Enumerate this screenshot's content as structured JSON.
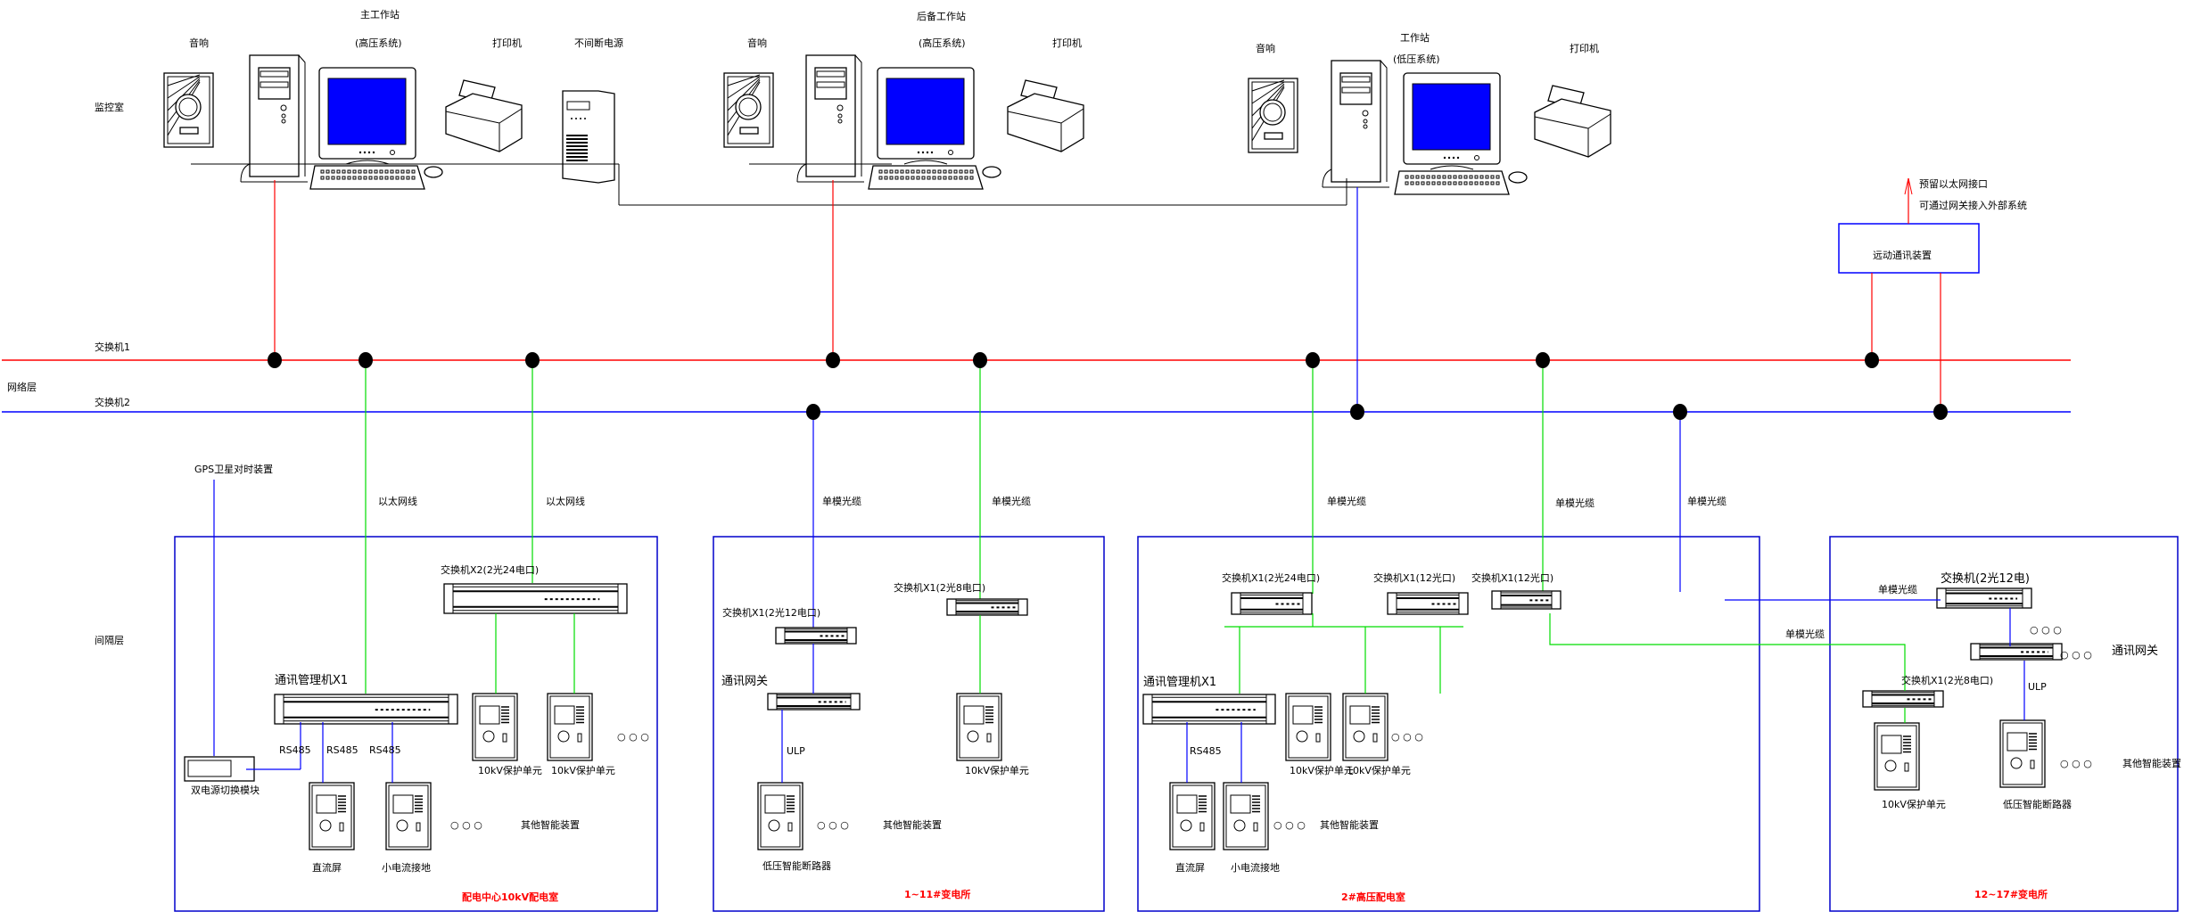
{
  "colors": {
    "bus_a": "#ff0000",
    "bus_b": "#0000ff",
    "fiber": "#00dd00",
    "box": "#0000cc",
    "screen": "#0000ff",
    "caption": "#ff0000",
    "node": "#000000"
  },
  "levels": {
    "station_control": "监控室",
    "network": "网络层",
    "bay": "间隔层"
  },
  "buses": {
    "bus_a_label": "交换机1",
    "bus_b_label": "交换机2"
  },
  "workstations": [
    {
      "id": "main",
      "speaker": "音响",
      "title": "主工作站",
      "subtitle": "(高压系统)",
      "printer": "打印机",
      "extra": "不间断电源"
    },
    {
      "id": "backup",
      "speaker": "音响",
      "title": "后备工作站",
      "subtitle": "(高压系统)",
      "printer": "打印机"
    },
    {
      "id": "lv",
      "speaker": "音响",
      "title": "工作站",
      "subtitle": "(低压系统)",
      "printer": "打印机"
    }
  ],
  "telecontrol": {
    "label": "远动通讯装置",
    "note_line1": "预留以太网接口",
    "note_line2": "可通过网关接入外部系统"
  },
  "links": {
    "ethernet": "以太网线",
    "single_fiber": "单模光缆",
    "rs485": "RS485",
    "ulp": "ULP"
  },
  "sections": [
    {
      "id": "s1",
      "caption": "配电中心10kV配电室",
      "gps_label": "GPS卫星对时装置",
      "gps_device": "双电源切换模块",
      "switch": "交换机X2(2光24电口)",
      "comm_manager": "通讯管理机X1",
      "devices": [
        "直流屏",
        "小电流接地",
        "10kV保护单元",
        "10kV保护单元"
      ],
      "others": "其他智能装置",
      "dots": "○ ○ ○"
    },
    {
      "id": "s2",
      "caption": "1~11#变电所",
      "switch_a": "交换机X1(2光12电口)",
      "switch_b": "交换机X1(2光8电口)",
      "gateway": "通讯网关",
      "devices": [
        "低压智能断路器",
        "10kV保护单元"
      ],
      "others": "其他智能装置",
      "dots": "○ ○ ○"
    },
    {
      "id": "s3",
      "caption": "2#高压配电室",
      "switch_a": "交换机X1(2光24电口)",
      "switch_b": "交换机X1(12光口)",
      "switch_c": "交换机X1(12光口)",
      "comm_manager": "通讯管理机X1",
      "devices": [
        "直流屏",
        "小电流接地",
        "10kV保护单元",
        "10kV保护单元"
      ],
      "others": "其他智能装置",
      "dots": "○ ○ ○"
    },
    {
      "id": "s4",
      "caption": "12~17#变电所",
      "switch_main": "交换机(2光12电)",
      "switch_sub": "交换机X1(2光8电口)",
      "gateway": "通讯网关",
      "devices": [
        "10kV保护单元",
        "低压智能断路器"
      ],
      "others": "其他智能装置",
      "dots": "○ ○ ○"
    }
  ]
}
